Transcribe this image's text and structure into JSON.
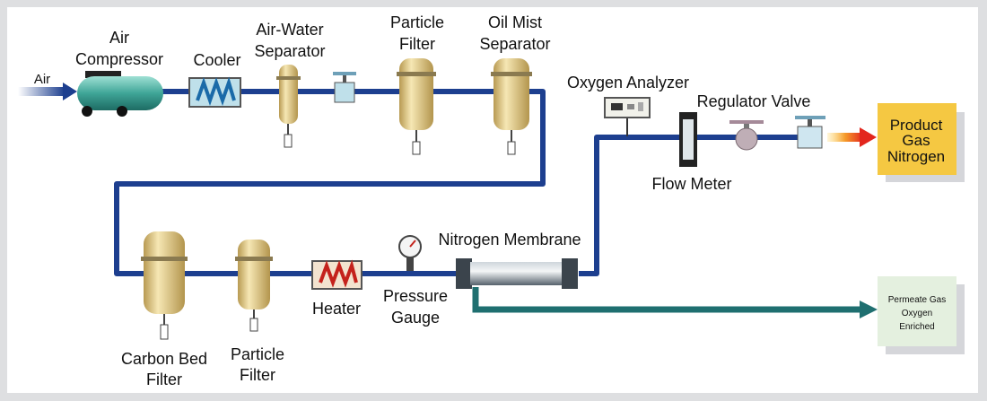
{
  "colors": {
    "pipe": "#1d3f8f",
    "permeate_pipe": "#1f6f70",
    "tank": "#e6d08e",
    "compressor": "#4fb3a5",
    "product_box": "#f5c842",
    "permeate_box": "#e4f0df"
  },
  "labels": {
    "air": "Air",
    "air_compressor": [
      "Air",
      "Compressor"
    ],
    "cooler": "Cooler",
    "air_water_separator": [
      "Air-Water",
      "Separator"
    ],
    "particle_filter_top": [
      "Particle",
      "Filter"
    ],
    "oil_mist_separator": [
      "Oil Mist",
      "Separator"
    ],
    "oxygen_analyzer": "Oxygen Analyzer",
    "regulator_valve": "Regulator Valve",
    "flow_meter": "Flow Meter",
    "nitrogen_membrane": "Nitrogen Membrane",
    "pressure_gauge": [
      "Pressure",
      "Gauge"
    ],
    "heater": "Heater",
    "carbon_bed_filter": [
      "Carbon Bed",
      "Filter"
    ],
    "particle_filter_bottom": [
      "Particle",
      "Filter"
    ],
    "product": [
      "Product",
      "Gas",
      "Nitrogen"
    ],
    "permeate": [
      "Permeate Gas",
      "Oxygen",
      "Enriched"
    ]
  }
}
